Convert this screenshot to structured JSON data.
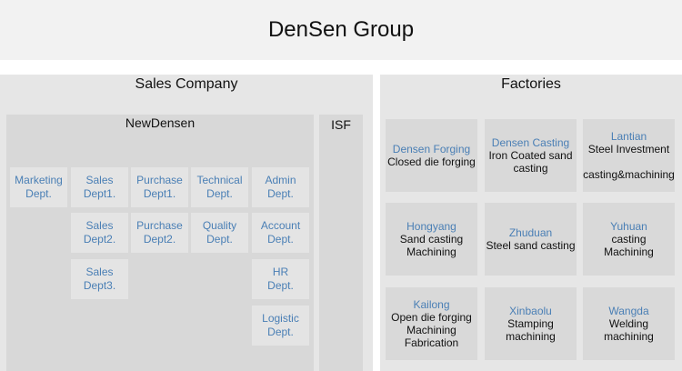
{
  "title": "DenSen Group",
  "sales": {
    "title": "Sales Company",
    "newdensen": {
      "title": "NewDensen",
      "depts": [
        {
          "id": "marketing",
          "line1": "Marketing",
          "line2": "Dept."
        },
        {
          "id": "sales1",
          "line1": "Sales",
          "line2": "Dept1."
        },
        {
          "id": "purchase1",
          "line1": "Purchase",
          "line2": "Dept1."
        },
        {
          "id": "technical",
          "line1": "Technical",
          "line2": "Dept."
        },
        {
          "id": "admin",
          "line1": "Admin",
          "line2": "Dept."
        },
        {
          "id": "sales2",
          "line1": "Sales",
          "line2": "Dept2."
        },
        {
          "id": "purchase2",
          "line1": "Purchase",
          "line2": "Dept2."
        },
        {
          "id": "quality",
          "line1": "Quality",
          "line2": "Dept."
        },
        {
          "id": "account",
          "line1": "Account",
          "line2": "Dept."
        },
        {
          "id": "sales3",
          "line1": "Sales",
          "line2": "Dept3."
        },
        {
          "id": "hr",
          "line1": "HR",
          "line2": "Dept."
        },
        {
          "id": "logistic",
          "line1": "Logistic",
          "line2": "Dept."
        }
      ]
    },
    "isf": {
      "title": "ISF"
    }
  },
  "factories": {
    "title": "Factories",
    "items": [
      {
        "name": "Densen Forging",
        "desc": [
          "Closed die forging"
        ]
      },
      {
        "name": "Densen Casting",
        "desc": [
          "Iron Coated sand",
          "casting"
        ]
      },
      {
        "name": "Lantian",
        "desc": [
          "Steel Investment",
          "",
          "casting&machining"
        ]
      },
      {
        "name": "Hongyang",
        "desc": [
          "Sand casting",
          "Machining"
        ]
      },
      {
        "name": "Zhuduan",
        "desc": [
          "Steel sand casting"
        ]
      },
      {
        "name": "Yuhuan",
        "desc": [
          "casting",
          "Machining"
        ]
      },
      {
        "name": "Kailong",
        "desc": [
          "Open die forging",
          "Machining",
          "Fabrication"
        ]
      },
      {
        "name": "Xinbaolu",
        "desc": [
          "Stamping",
          "machining"
        ]
      },
      {
        "name": "Wangda",
        "desc": [
          "Welding",
          "machining"
        ]
      }
    ]
  }
}
